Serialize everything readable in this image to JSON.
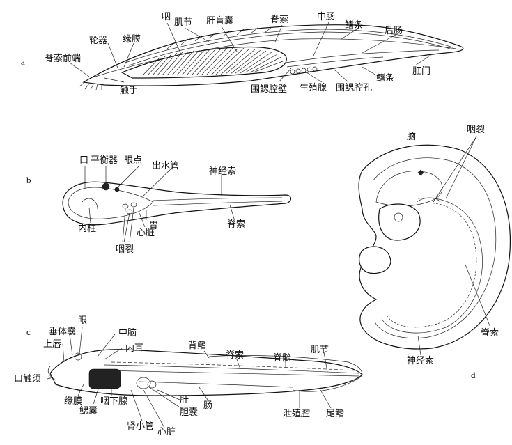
{
  "panels": {
    "a": {
      "tag": "a",
      "labels": {
        "pharynx": "咽",
        "myomere": "肌节",
        "hepatic_caecum": "肝盲囊",
        "notochord": "脊索",
        "midgut": "中肠",
        "fin_ray_top": "鳍条",
        "hindgut": "后肠",
        "wheel_organ": "轮器",
        "velum": "缘膜",
        "notochord_anterior": "脊索前端",
        "tentacles": "触手",
        "atrial_wall": "围鳃腔壁",
        "gonad": "生殖腺",
        "atriopore": "围鳃腔孔",
        "fin_ray_bottom": "鳍条",
        "anus": "肛门"
      }
    },
    "b": {
      "tag": "b",
      "labels": {
        "mouth": "口",
        "statocyst": "平衡器",
        "eyespot": "眼点",
        "excurrent_siphon": "出水管",
        "nerve_cord": "神经索",
        "endostyle": "内柱",
        "stomach": "胃",
        "heart": "心脏",
        "notochord": "脊索",
        "gill_slits": "咽裂"
      }
    },
    "c": {
      "tag": "c",
      "labels": {
        "eye": "眼",
        "pituitary_sac": "垂体囊",
        "midbrain": "中脑",
        "upper_lip": "上唇",
        "inner_ear": "内耳",
        "dorsal_fin": "背鳍",
        "notochord": "脊索",
        "spinal_cord": "脊髓",
        "myomere": "肌节",
        "oral_barbels": "口触须",
        "velum": "缘膜",
        "subpharyngeal_gland": "咽下腺",
        "gill_pouch": "鳃囊",
        "liver": "肝",
        "gallbladder": "胆囊",
        "intestine": "肠",
        "cloaca": "泄殖腔",
        "caudal_fin": "尾鳍",
        "nephridia": "肾小管",
        "heart": "心脏"
      }
    },
    "d": {
      "tag": "d",
      "labels": {
        "brain": "脑",
        "gill_slits": "咽裂",
        "notochord": "脊索",
        "nerve_cord": "神经索"
      }
    }
  }
}
